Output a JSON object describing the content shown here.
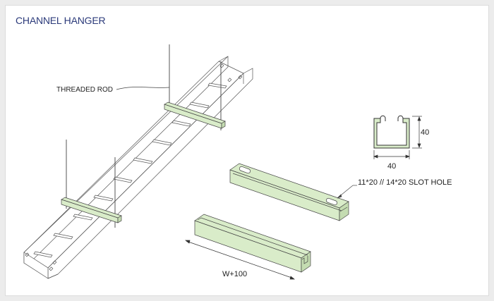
{
  "title": "CHANNEL HANGER",
  "labels": {
    "threaded_rod": "THREADED ROD",
    "dim_height": "40",
    "dim_width": "40",
    "slot_hole": "11*20 // 14*20 SLOT HOLE",
    "length": "W+100"
  },
  "colors": {
    "title": "#2b3a7a",
    "hanger_fill": "#d9ecc9",
    "line": "#444444",
    "background": "#ececec"
  }
}
